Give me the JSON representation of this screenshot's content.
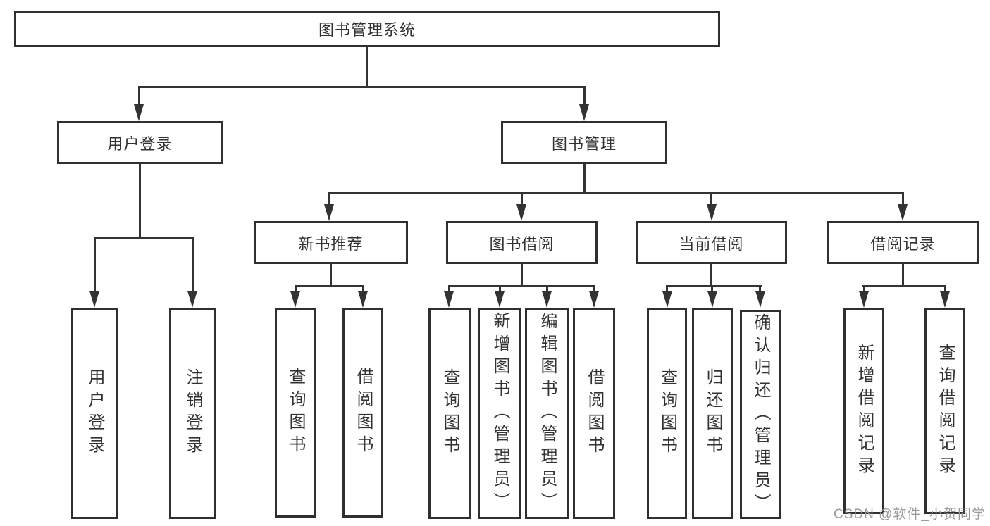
{
  "diagram": {
    "root": {
      "label": "图书管理系统"
    },
    "branches": [
      {
        "label": "用户登录",
        "children": [
          {
            "label": "用户登录"
          },
          {
            "label": "注销登录"
          }
        ]
      },
      {
        "label": "图书管理",
        "children": [
          {
            "label": "新书推荐",
            "children": [
              {
                "label": "查询图书"
              },
              {
                "label": "借阅图书"
              }
            ]
          },
          {
            "label": "图书借阅",
            "children": [
              {
                "label": "查询图书"
              },
              {
                "label": "新增图书（管理员）"
              },
              {
                "label": "编辑图书（管理员）"
              },
              {
                "label": "借阅图书"
              }
            ]
          },
          {
            "label": "当前借阅",
            "children": [
              {
                "label": "查询图书"
              },
              {
                "label": "归还图书"
              },
              {
                "label": "确认归还（管理员）"
              }
            ]
          },
          {
            "label": "借阅记录",
            "children": [
              {
                "label": "新增借阅记录"
              },
              {
                "label": "查询借阅记录"
              }
            ]
          }
        ]
      }
    ]
  },
  "watermark": {
    "text": "CSDN @软件_小贺同学"
  },
  "colors": {
    "line": "#333333",
    "text": "#333333",
    "background": "#ffffff"
  }
}
